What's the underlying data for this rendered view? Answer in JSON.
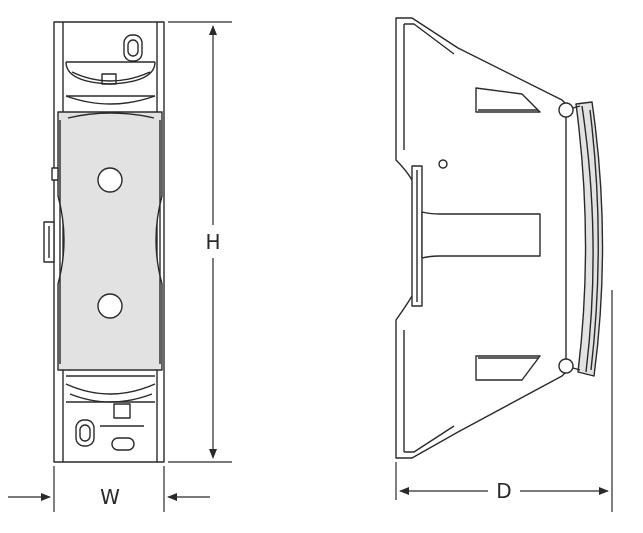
{
  "labels": {
    "height": "H",
    "width": "W",
    "depth": "D"
  },
  "colors": {
    "stroke": "#2a2a2a",
    "body_fill": "#e2e2e2",
    "background": "#ffffff"
  }
}
